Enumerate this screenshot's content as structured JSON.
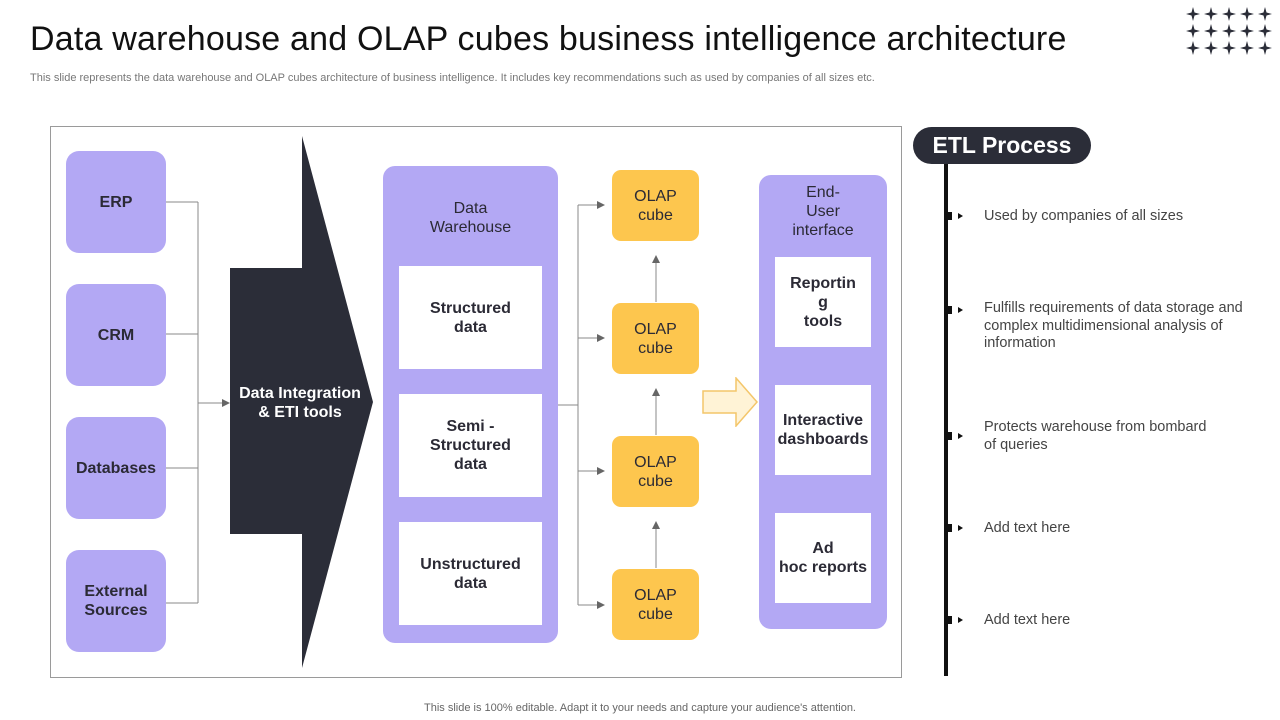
{
  "header": {
    "title": "Data warehouse and OLAP cubes business intelligence architecture",
    "subtitle": "This slide represents the data warehouse and OLAP cubes architecture of business intelligence. It includes key recommendations such as used by companies of all sizes etc.",
    "decoration_icon": "sparkle-grid-icon"
  },
  "diagram": {
    "sources": [
      {
        "label": "ERP"
      },
      {
        "label": "CRM"
      },
      {
        "label": "Databases"
      },
      {
        "label": "External\nSources"
      }
    ],
    "integration": {
      "label": "Data Integration\n& ETI tools"
    },
    "warehouse": {
      "title": "Data\nWarehouse",
      "items": [
        {
          "label": "Structured\ndata"
        },
        {
          "label": "Semi -\nStructured\ndata"
        },
        {
          "label": "Unstructured\ndata"
        }
      ]
    },
    "olap_cubes": [
      {
        "label": "OLAP\ncube"
      },
      {
        "label": "OLAP\ncube"
      },
      {
        "label": "OLAP\ncube"
      },
      {
        "label": "OLAP\ncube"
      }
    ],
    "end_user": {
      "title": "End-\nUser\ninterface",
      "items": [
        {
          "label": "Reportin\ng\ntools"
        },
        {
          "label": "Interactive\ndashboards"
        },
        {
          "label": "Ad\nhoc reports"
        }
      ]
    },
    "colors": {
      "lavender": "#b3a8f4",
      "olap_yellow": "#fdc64e",
      "dark": "#2b2d38",
      "arrow_fill": "#fff3d6"
    }
  },
  "etl": {
    "title": "ETL Process",
    "items": [
      {
        "text": "Used by companies of all sizes"
      },
      {
        "text": "Fulfills requirements of data storage and complex multidimensional analysis of information"
      },
      {
        "text": "Protects warehouse from bombard\nof queries"
      },
      {
        "text": "Add text here"
      },
      {
        "text": "Add text here"
      }
    ]
  },
  "footer": {
    "text": "This slide is 100% editable. Adapt it to your needs and capture your audience's attention."
  }
}
